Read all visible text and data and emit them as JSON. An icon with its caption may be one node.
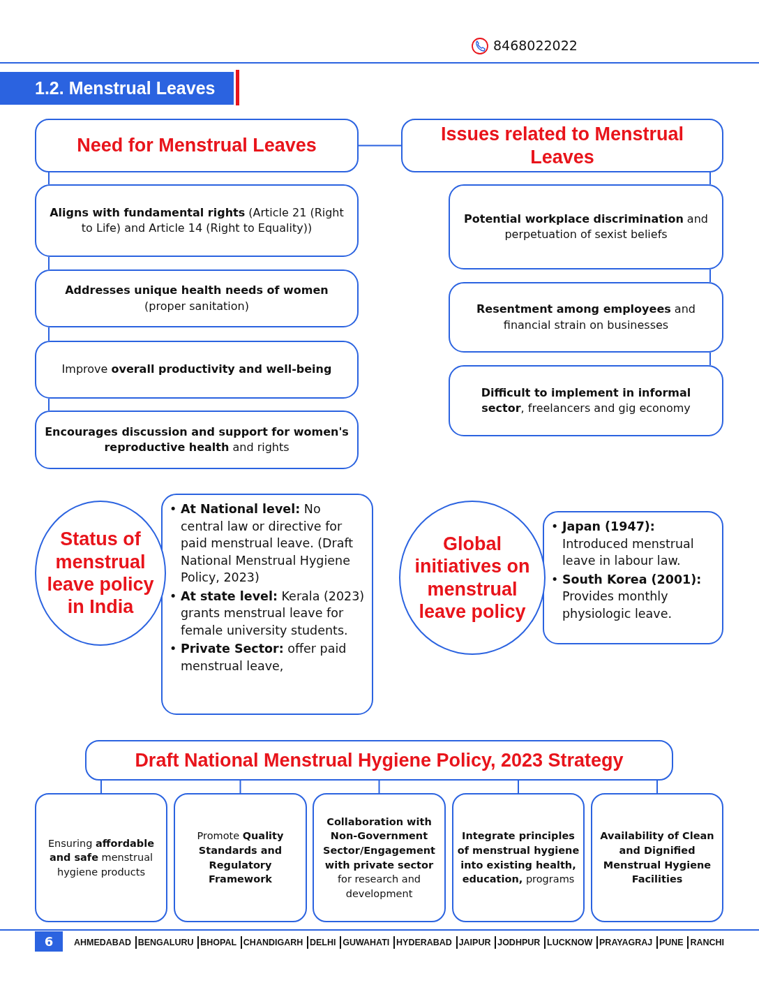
{
  "diagram": {
    "title": "1.2. Menstrual Leaves",
    "nodes": [
      {
        "text": [
          "Need for Menstrual Leaves"
        ]
      },
      {
        "text": [
          "**Aligns with fundamental rights** (Article 21 (Right to Life) and Article 14 (Right to Equality))"
        ]
      },
      {
        "text": [
          "**Addresses unique health needs of women** (proper sanitation)"
        ]
      },
      {
        "text": [
          "Improve **overall productivity and well-being**"
        ]
      },
      {
        "text": [
          "**Encourages discussion and support for women's reproductive health** and rights"
        ]
      },
      {
        "text": [
          "Issues related to Menstrual Leaves"
        ]
      },
      {
        "text": [
          "**Potential workplace discrimination** and perpetuation of sexist beliefs"
        ]
      },
      {
        "text": [
          "**Resentment among employees** and financial strain on businesses"
        ]
      },
      {
        "text": [
          "**Difficult to implement in informal sector**, freelancers and gig economy"
        ]
      },
      {
        "text": [
          "Status of menstrual leave policy in India"
        ]
      },
      {
        "text": [
          "• **At National level:** No central law or directive for paid menstrual leave. (Draft National Menstrual Hygiene Policy, 2023)",
          "• **At state level:** Kerala (2023) grants menstrual leave for female university students.",
          "• **Private Sector:** offer paid menstrual leave,"
        ]
      },
      {
        "text": [
          "Global initiatives on menstrual leave policy"
        ]
      },
      {
        "text": [
          "• **Japan (1947):** Introduced menstrual leave in labour law.",
          "• **South Korea (2001):** Provides monthly physiologic leave."
        ]
      },
      {
        "text": [
          "Draft National Menstrual Hygiene Policy, 2023 Strategy"
        ]
      },
      {
        "text": [
          "Ensuring **affordable and safe** menstrual hygiene products"
        ]
      },
      {
        "text": [
          "Promote **Quality Standards and Regulatory Framework**"
        ]
      },
      {
        "text": [
          "**Collaboration with Non-Government Sector/Engagement with private sector** for research and development"
        ]
      },
      {
        "text": [
          "**Integrate principles of menstrual hygiene into existing health, education,** programs"
        ]
      },
      {
        "text": [
          "**Availability of Clean and Dignified Menstrual Hygiene Facilities**"
        ]
      }
    ],
    "edges": [
      {
        "from": 0,
        "to": 5,
        "arrow": "none"
      },
      {
        "from": 0,
        "to": 1,
        "arrow": "none"
      },
      {
        "from": 1,
        "to": 2,
        "arrow": "none"
      },
      {
        "from": 2,
        "to": 3,
        "arrow": "none"
      },
      {
        "from": 3,
        "to": 4,
        "arrow": "none"
      },
      {
        "from": 5,
        "to": 6,
        "arrow": "none"
      },
      {
        "from": 6,
        "to": 7,
        "arrow": "none"
      },
      {
        "from": 7,
        "to": 8,
        "arrow": "none"
      },
      {
        "from": 13,
        "to": 14,
        "arrow": "none"
      },
      {
        "from": 13,
        "to": 15,
        "arrow": "none"
      },
      {
        "from": 13,
        "to": 16,
        "arrow": "none"
      },
      {
        "from": 13,
        "to": 17,
        "arrow": "none"
      },
      {
        "from": 13,
        "to": 18,
        "arrow": "none"
      }
    ],
    "labels": [
      "8468022022",
      "6",
      "AHMEDABAD",
      "BENGALURU",
      "BHOPAL",
      "CHANDIGARH",
      "DELHI",
      "GUWAHATI",
      "HYDERABAD",
      "JAIPUR",
      "JODHPUR",
      "LUCKNOW",
      "PRAYAGRAJ",
      "PUNE",
      "RANCHI"
    ]
  }
}
